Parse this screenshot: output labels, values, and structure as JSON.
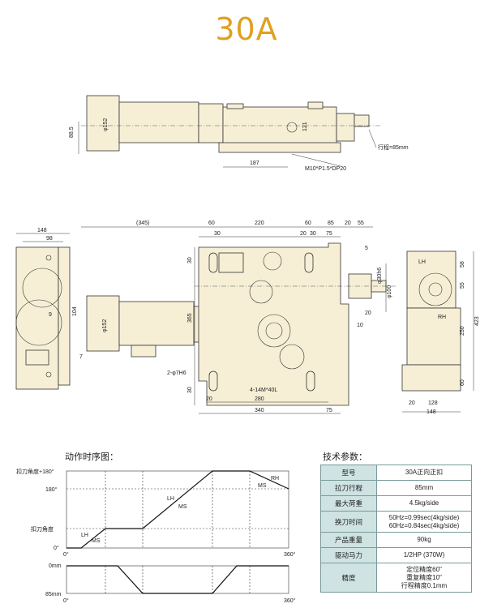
{
  "title": "30A",
  "top_view": {
    "dims": {
      "d1": "88.5",
      "d2": "φ152",
      "d3": "121",
      "d4": "187",
      "thread": "M10*P1.5*DP20",
      "stroke": "行程=85mm"
    }
  },
  "main_view": {
    "top_dims": [
      "(345)",
      "60",
      "220",
      "60",
      "85",
      "20",
      "55"
    ],
    "second_dims": [
      "30",
      "20",
      "30",
      "75"
    ],
    "bottom_dims": [
      "280",
      "20",
      "340",
      "75"
    ],
    "left_dims": [
      "148",
      "98",
      "104",
      "9",
      "7"
    ],
    "vertical_dims": [
      "30",
      "365",
      "30"
    ],
    "right_dims": [
      "5",
      "φ30h6",
      "φ100",
      "20",
      "10"
    ],
    "motor_label": "φ152",
    "pin_label": "2-φ7H6",
    "holes_label": "4-14M*40L"
  },
  "side_view": {
    "labels": {
      "lh": "LH",
      "rh": "RH"
    },
    "dims": [
      "58",
      "55",
      "250",
      "423",
      "60",
      "20",
      "128",
      "148"
    ]
  },
  "sequence": {
    "title": "动作时序图：",
    "y_labels": [
      "扣刀角度+180°",
      "180°",
      "扣刀角度",
      "0°"
    ],
    "x_start": "0°",
    "x_end": "360°",
    "annotations": [
      "LH",
      "MS",
      "LH",
      "MS",
      "MS",
      "RH"
    ],
    "lower_y_labels": [
      "0mm",
      "85mm"
    ],
    "lower_x_start": "0°",
    "lower_x_end": "360°"
  },
  "specs": {
    "title": "技术参数：",
    "rows": [
      {
        "key": "型号",
        "value": "30A正向正扣"
      },
      {
        "key": "拉刀行程",
        "value": "85mm"
      },
      {
        "key": "最大荷重",
        "value": "4.5kg/side"
      },
      {
        "key": "换刀时间",
        "lines": [
          "50Hz=0.99sec(4kg/side)",
          "60Hz=0.84sec(4kg/side)"
        ]
      },
      {
        "key": "产品重量",
        "value": "90kg"
      },
      {
        "key": "驱动马力",
        "value": "1/2HP (370W)"
      },
      {
        "key": "精度",
        "lines": [
          "定位精度60\"",
          "重复精度10\"",
          "行程精度0.1mm"
        ]
      }
    ]
  }
}
